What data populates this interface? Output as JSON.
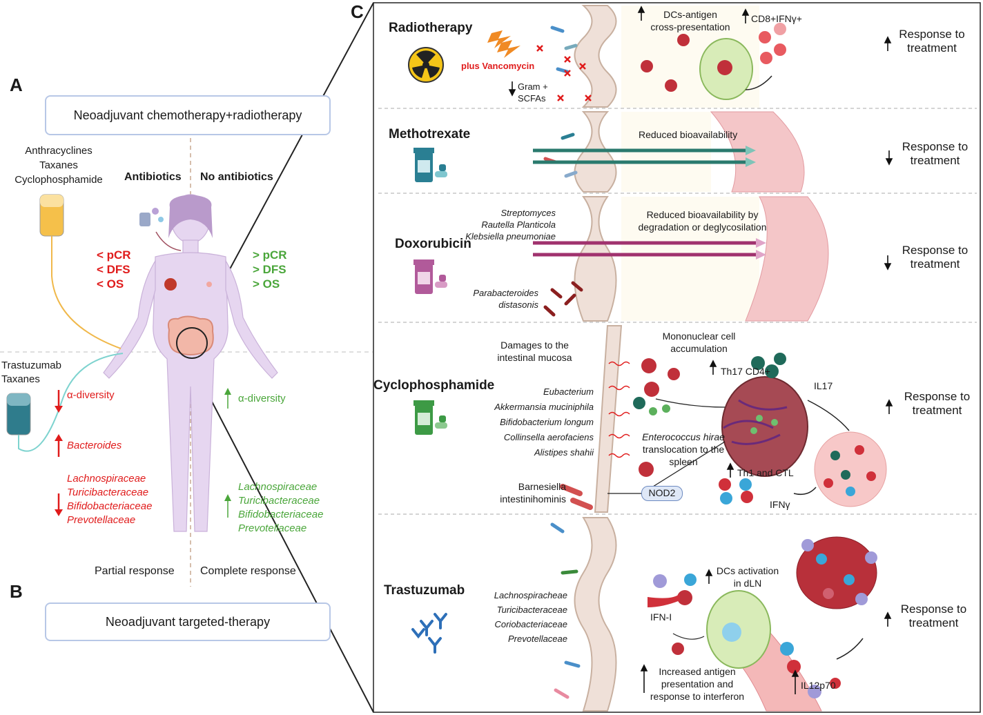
{
  "panel_a": {
    "letter": "A",
    "box_title": "Neoadjuvant chemotherapy+radiotherapy",
    "drugs": [
      "Anthracyclines",
      "Taxanes",
      "Cyclophosphamide"
    ],
    "col_left": "Antibiotics",
    "col_right": "No antibiotics",
    "left_outcomes": [
      "< pCR",
      "< DFS",
      "< OS"
    ],
    "right_outcomes": [
      "> pCR",
      "> DFS",
      "> OS"
    ],
    "left_response": "Partial response",
    "right_response": "Complete response"
  },
  "panel_b": {
    "letter": "B",
    "box_title": "Neoadjuvant targeted-therapy",
    "drugs": [
      "Trastuzumab",
      "Taxanes"
    ],
    "left_diversity": "α-diversity",
    "left_bacteroides": "Bacteroides",
    "left_families": [
      "Lachnospiraceae",
      "Turicibacteraceae",
      "Bifidobacteriaceae",
      "Prevotellaceae"
    ],
    "right_diversity": "α-diversity",
    "right_families": [
      "Lachnospiraceae",
      "Turicibacteraceae",
      "Bifidobacteriaceae",
      "Prevotellaceae"
    ]
  },
  "panel_c": {
    "letter": "C",
    "radiotherapy": {
      "title": "Radiotherapy",
      "antibiotic": "plus Vancomycin",
      "gram": [
        "Gram +",
        "SCFAs"
      ],
      "dcs": [
        "DCs-antigen",
        "cross-presentation"
      ],
      "cd8": "CD8+IFNγ+",
      "response": [
        "Response to",
        "treatment"
      ]
    },
    "methotrexate": {
      "title": "Methotrexate",
      "effect": "Reduced bioavailability",
      "response": [
        "Response to",
        "treatment"
      ]
    },
    "doxorubicin": {
      "title": "Doxorubicin",
      "bacteria": [
        "Streptomyces",
        "Rautella Planticola",
        "Klebsiella pneumoniae"
      ],
      "effect": [
        "Reduced bioavailability by",
        "degradation or deglycosilation"
      ],
      "parabacteroides": [
        "Parabacteroides",
        "distasonis"
      ],
      "response": [
        "Response to",
        "treatment"
      ]
    },
    "cyclophosphamide": {
      "title": "Cyclophosphamide",
      "damage": [
        "Damages to the",
        "intestinal mucosa"
      ],
      "mononuclear": [
        "Mononuclear cell",
        "accumulation"
      ],
      "th17": "Th17 CD4+",
      "il17": "IL17",
      "bacteria": [
        "Eubacterium",
        "Akkermansia muciniphila",
        "Bifidobacterium longum",
        "Collinsella aerofaciens",
        "Alistipes shahii"
      ],
      "enterococcus": "Enterococcus hirae",
      "translocation": [
        "translocation to the",
        "spleen"
      ],
      "barnesiella": [
        "Barnesiella",
        "intestinihominis"
      ],
      "nod2": "NOD2",
      "th1": "Th1 and CTL",
      "ifng": "IFNγ",
      "response": [
        "Response to",
        "treatment"
      ]
    },
    "trastuzumab": {
      "title": "Trastuzumab",
      "families": [
        "Lachnospiracheae",
        "Turicibacteraceae",
        "Coriobacteriaceae",
        "Prevotellaceae"
      ],
      "ifn": "IFN-I",
      "dcs": [
        "DCs activation",
        "in dLN"
      ],
      "antigen": [
        "Increased antigen",
        "presentation and",
        "response to interferon"
      ],
      "il12": "IL12p70",
      "response": [
        "Response to",
        "treatment"
      ]
    }
  },
  "colors": {
    "red": "#e01b1b",
    "green": "#4aa63a",
    "box_border": "#b7c7e6",
    "body": "#e6d6f0",
    "divider": "#c8a890"
  }
}
